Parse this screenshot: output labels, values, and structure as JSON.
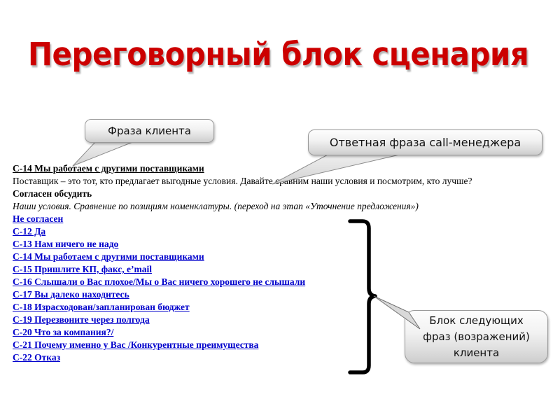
{
  "slide": {
    "title": "Переговорный блок сценария",
    "title_color": "#CC0000",
    "link_color": "#0000CC",
    "background": "#FFFFFF"
  },
  "callouts": {
    "client_phrase": "Фраза клиента",
    "manager_reply": "Ответная фраза call-менеджера",
    "next_block": {
      "line1": "Блок следующих",
      "line2": "фраз (возражений)",
      "line3": "клиента"
    }
  },
  "script_block": {
    "lines": [
      {
        "text": "С-14 Мы работаем с другими поставщиками",
        "style": "bold-underline"
      },
      {
        "text": "Поставщик – это тот, кто предлагает выгодные условия. Давайте сравним наши условия и посмотрим, кто лучше?",
        "style": "plain"
      },
      {
        "text": "Согласен обсудить",
        "style": "bold"
      },
      {
        "text": "Наши условия. Сравнение по позициям номенклатуры. (переход на этап «Уточнение предложения»)",
        "style": "italic"
      }
    ]
  },
  "objection_links": [
    {
      "label": "Не согласен"
    },
    {
      "label": "С-12 Да"
    },
    {
      "label": "С-13 Нам ничего не надо"
    },
    {
      "label": "С-14 Мы работаем с другими поставщиками"
    },
    {
      "label": "С-15 Пришлите КП, факс, e’mail"
    },
    {
      "label": "С-16 Слышали о Вас плохое/Мы о Вас ничего хорошего не слышали"
    },
    {
      "label": "С-17 Вы далеко находитесь"
    },
    {
      "label": "С-18 Израсходован/запланирован бюджет"
    },
    {
      "label": "С-19 Перезвоните через полгода"
    },
    {
      "label": "С-20 Что за компания?/"
    },
    {
      "label": "С-21 Почему именно у Вас /Конкурентные преимущества"
    },
    {
      "label": "С-22 Отказ"
    }
  ]
}
